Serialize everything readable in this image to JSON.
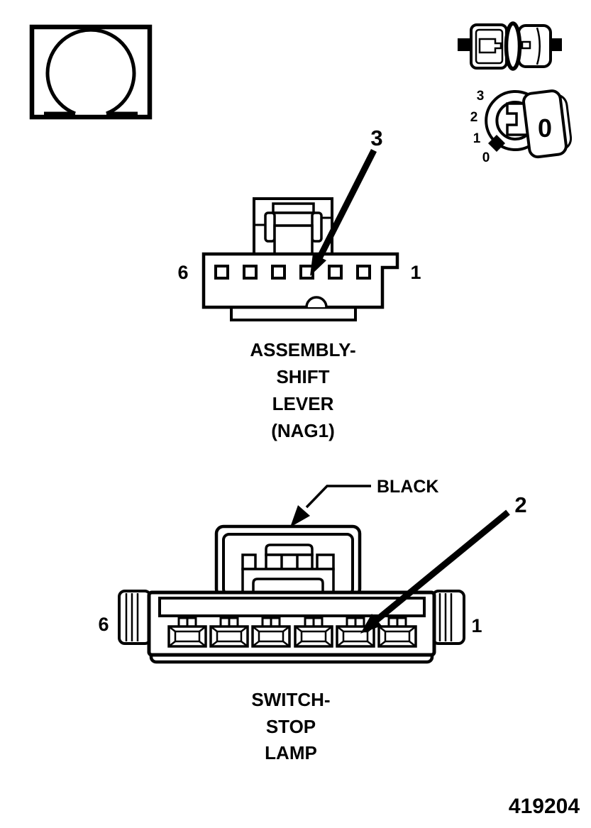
{
  "colors": {
    "ink": "#000000",
    "paper": "#ffffff"
  },
  "icons": {
    "ohm_symbol": "ohm-meter-icon",
    "connector_pair": "connector-disconnect-icon",
    "ignition_switch": "ignition-key-off-icon"
  },
  "ignition": {
    "positions": [
      "3",
      "2",
      "1",
      "0"
    ],
    "key_position_label": "0"
  },
  "shift_lever_connector": {
    "callout_pin": "3",
    "left_pin_label": "6",
    "right_pin_label": "1",
    "pin_count": 6,
    "caption_lines": [
      "ASSEMBLY-",
      "SHIFT",
      "LEVER",
      "(NAG1)"
    ]
  },
  "stop_lamp_connector": {
    "callout_pin": "2",
    "connector_color_label": "BLACK",
    "left_pin_label": "6",
    "right_pin_label": "1",
    "pin_count": 6,
    "caption_lines": [
      "SWITCH-",
      "STOP",
      "LAMP"
    ]
  },
  "figure_number": "419204"
}
